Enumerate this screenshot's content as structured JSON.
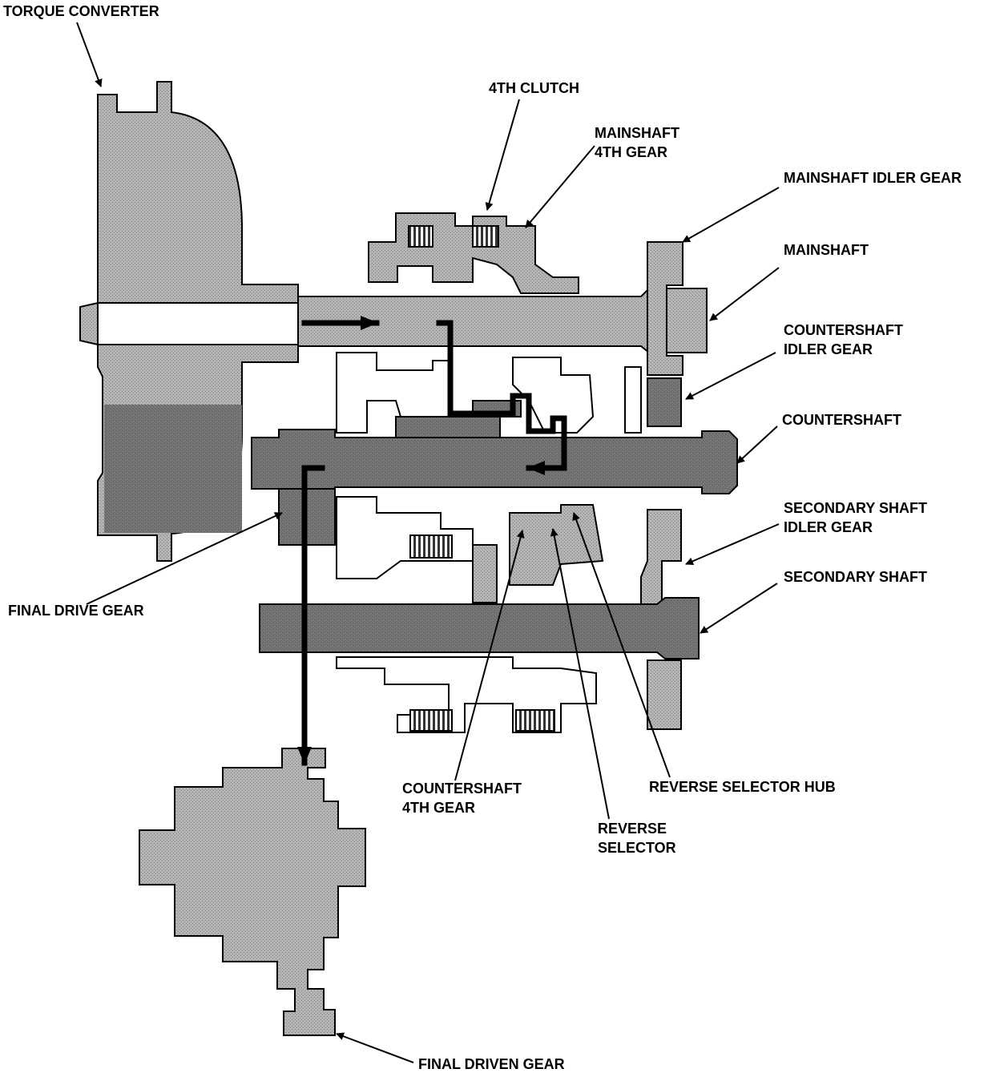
{
  "colors": {
    "part_fill": "#aaaaaa",
    "part_dark": "#6e6e6e",
    "shaft_fill": "#959595",
    "outline": "#000000",
    "path": "#000000",
    "background": "#ffffff"
  },
  "labels": {
    "torque_converter": "TORQUE CONVERTER",
    "fourth_clutch": "4TH CLUTCH",
    "mainshaft_4th_gear": [
      "MAINSHAFT",
      "4TH GEAR"
    ],
    "mainshaft_idler_gear": "MAINSHAFT IDLER GEAR",
    "mainshaft": "MAINSHAFT",
    "countershaft_idler_gear": [
      "COUNTERSHAFT",
      "IDLER GEAR"
    ],
    "countershaft": "COUNTERSHAFT",
    "secondary_shaft_idler_gear": [
      "SECONDARY SHAFT",
      "IDLER GEAR"
    ],
    "secondary_shaft": "SECONDARY SHAFT",
    "final_drive_gear": "FINAL DRIVE GEAR",
    "countershaft_4th_gear": [
      "COUNTERSHAFT",
      "4TH GEAR"
    ],
    "reverse_selector_hub": "REVERSE SELECTOR HUB",
    "reverse_selector": [
      "REVERSE",
      "SELECTOR"
    ],
    "final_driven_gear": "FINAL DRIVEN GEAR"
  }
}
